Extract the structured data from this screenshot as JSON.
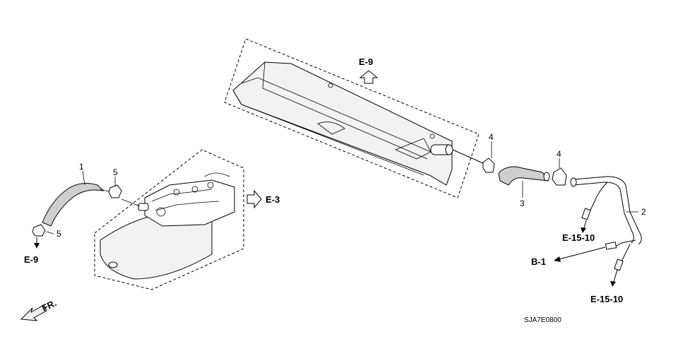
{
  "parts": {
    "p1": "1",
    "p2": "2",
    "p3": "3",
    "p4a": "4",
    "p4b": "4",
    "p5a": "5",
    "p5b": "5"
  },
  "refs": {
    "e9_top": "E-9",
    "e9_left": "E-9",
    "e3": "E-3",
    "e15_10_upper": "E-15-10",
    "e15_10_lower": "E-15-10",
    "b1": "B-1",
    "fr": "FR."
  },
  "diagram_code": "SJA7E0800"
}
